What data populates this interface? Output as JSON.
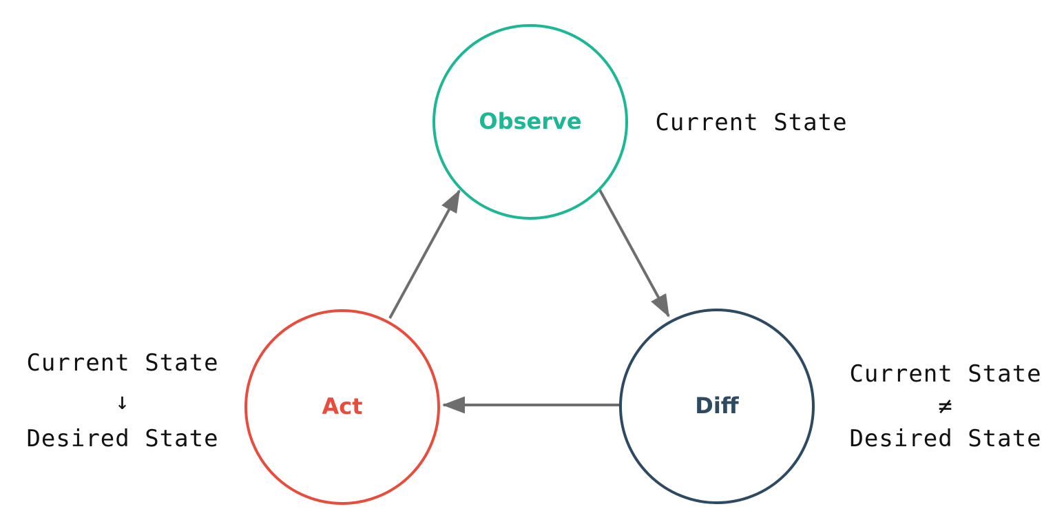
{
  "diagram": {
    "title": "observe-diff-act-loop",
    "background_color": "#ffffff",
    "arrow_color": "#6e6e6e",
    "note_text_color": "#111111",
    "nodes": {
      "observe": {
        "label": "Observe",
        "color": "#1cb795"
      },
      "diff": {
        "label": "Diff",
        "color": "#2e4a63"
      },
      "act": {
        "label": "Act",
        "color": "#e84c3d"
      }
    },
    "annotations": {
      "observe_note": {
        "lines": [
          "Current State"
        ]
      },
      "diff_note": {
        "lines": [
          "Current State",
          "≠",
          "Desired State"
        ]
      },
      "act_note": {
        "lines": [
          "Current State",
          "↓",
          "Desired State"
        ]
      }
    },
    "arrows": [
      {
        "from": "act",
        "to": "observe"
      },
      {
        "from": "observe",
        "to": "diff"
      },
      {
        "from": "diff",
        "to": "act"
      }
    ]
  }
}
